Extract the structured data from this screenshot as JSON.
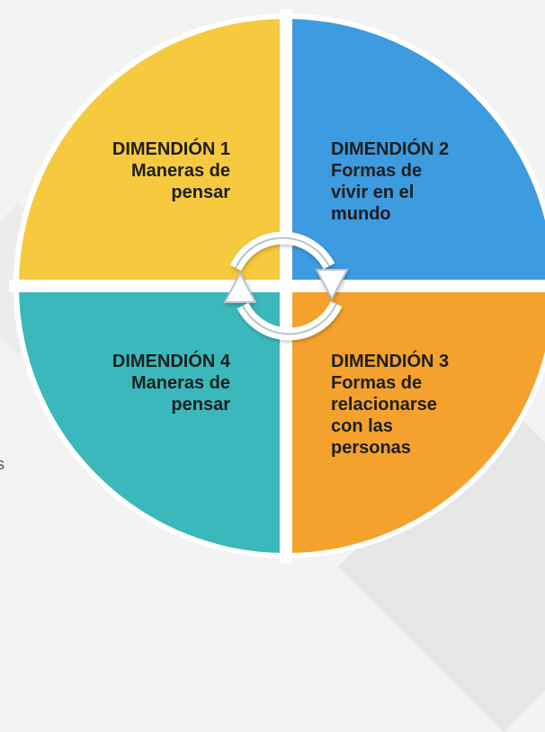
{
  "stray_text": "s",
  "colors": {
    "q1": "#F7C93E",
    "q2": "#3D9BE0",
    "q3": "#F4A22D",
    "q4": "#3BB8BC",
    "divider": "#ffffff"
  },
  "quadrants": [
    {
      "title": "DIMENDIÓN 1",
      "lines": [
        "Maneras de",
        "pensar"
      ]
    },
    {
      "title": "DIMENDIÓN 2",
      "lines": [
        "Formas de",
        "vivir en el",
        "mundo"
      ]
    },
    {
      "title": "DIMENDIÓN 3",
      "lines": [
        "Formas de",
        "relacionarse",
        "con las",
        "personas"
      ]
    },
    {
      "title": "DIMENDIÓN 4",
      "lines": [
        "Maneras de",
        "pensar"
      ]
    }
  ]
}
